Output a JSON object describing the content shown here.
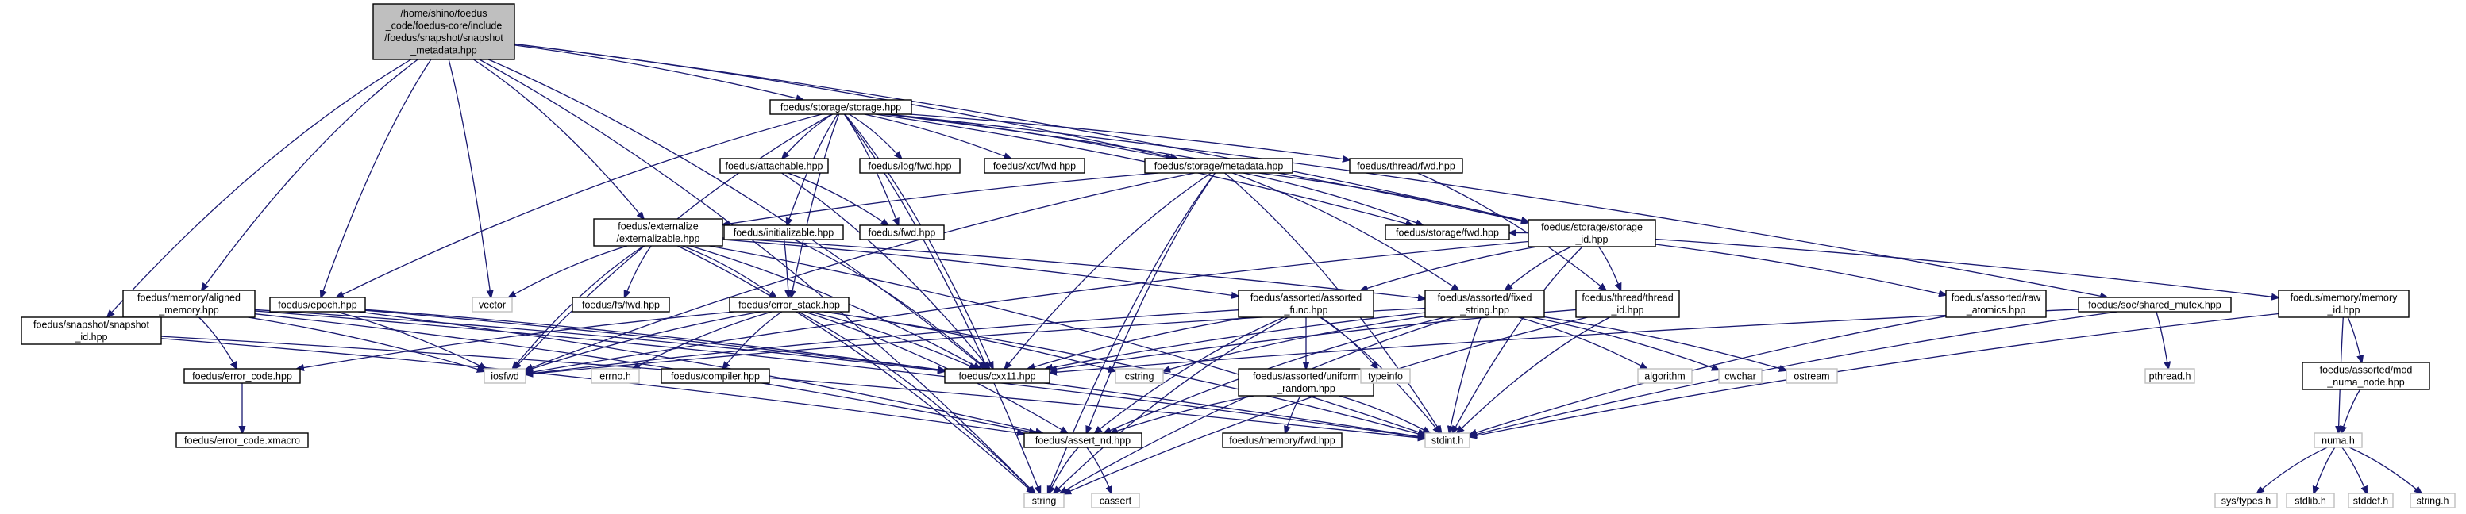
{
  "nodes": [
    {
      "id": "root",
      "lines": [
        "/home/shino/foedus",
        "_code/foedus-core/include",
        "/foedus/snapshot/snapshot",
        "_metadata.hpp"
      ],
      "kind": "root"
    },
    {
      "id": "storage",
      "lines": [
        "foedus/storage/storage.hpp"
      ]
    },
    {
      "id": "attachable",
      "lines": [
        "foedus/attachable.hpp"
      ]
    },
    {
      "id": "logfwd",
      "lines": [
        "foedus/log/fwd.hpp"
      ]
    },
    {
      "id": "xctfwd",
      "lines": [
        "foedus/xct/fwd.hpp"
      ]
    },
    {
      "id": "metadata",
      "lines": [
        "foedus/storage/metadata.hpp"
      ]
    },
    {
      "id": "threadfwd",
      "lines": [
        "foedus/thread/fwd.hpp"
      ]
    },
    {
      "id": "fwd",
      "lines": [
        "foedus/fwd.hpp"
      ]
    },
    {
      "id": "storagefwd",
      "lines": [
        "foedus/storage/fwd.hpp"
      ]
    },
    {
      "id": "externalize",
      "lines": [
        "foedus/externalize",
        "/externalizable.hpp"
      ]
    },
    {
      "id": "initializable",
      "lines": [
        "foedus/initializable.hpp"
      ]
    },
    {
      "id": "storage_id",
      "lines": [
        "foedus/storage/storage",
        "_id.hpp"
      ]
    },
    {
      "id": "vector",
      "lines": [
        "vector"
      ],
      "kind": "sys"
    },
    {
      "id": "fsfwd",
      "lines": [
        "foedus/fs/fwd.hpp"
      ]
    },
    {
      "id": "aligned",
      "lines": [
        "foedus/memory/aligned",
        "_memory.hpp"
      ]
    },
    {
      "id": "epoch",
      "lines": [
        "foedus/epoch.hpp"
      ]
    },
    {
      "id": "error_stack",
      "lines": [
        "foedus/error_stack.hpp"
      ]
    },
    {
      "id": "assorted_func",
      "lines": [
        "foedus/assorted/assorted",
        "_func.hpp"
      ]
    },
    {
      "id": "fixed_string",
      "lines": [
        "foedus/assorted/fixed",
        "_string.hpp"
      ]
    },
    {
      "id": "thread_id",
      "lines": [
        "foedus/thread/thread",
        "_id.hpp"
      ]
    },
    {
      "id": "raw_atomics",
      "lines": [
        "foedus/assorted/raw",
        "_atomics.hpp"
      ]
    },
    {
      "id": "shared_mutex",
      "lines": [
        "foedus/soc/shared_mutex.hpp"
      ]
    },
    {
      "id": "memory_id",
      "lines": [
        "foedus/memory/memory",
        "_id.hpp"
      ]
    },
    {
      "id": "snapshot_id",
      "lines": [
        "foedus/snapshot/snapshot",
        "_id.hpp"
      ]
    },
    {
      "id": "error_code",
      "lines": [
        "foedus/error_code.hpp"
      ]
    },
    {
      "id": "iosfwd",
      "lines": [
        "iosfwd"
      ],
      "kind": "sys"
    },
    {
      "id": "errno",
      "lines": [
        "errno.h"
      ],
      "kind": "sys"
    },
    {
      "id": "compiler",
      "lines": [
        "foedus/compiler.hpp"
      ]
    },
    {
      "id": "cxx11",
      "lines": [
        "foedus/cxx11.hpp"
      ]
    },
    {
      "id": "cstring",
      "lines": [
        "cstring"
      ],
      "kind": "sys"
    },
    {
      "id": "uniform",
      "lines": [
        "foedus/assorted/uniform",
        "_random.hpp"
      ]
    },
    {
      "id": "typeinfo",
      "lines": [
        "typeinfo"
      ],
      "kind": "sys"
    },
    {
      "id": "algorithm",
      "lines": [
        "algorithm"
      ],
      "kind": "sys"
    },
    {
      "id": "cwchar",
      "lines": [
        "cwchar"
      ],
      "kind": "sys"
    },
    {
      "id": "ostream",
      "lines": [
        "ostream"
      ],
      "kind": "sys"
    },
    {
      "id": "pthread",
      "lines": [
        "pthread.h"
      ],
      "kind": "sys"
    },
    {
      "id": "mod_numa",
      "lines": [
        "foedus/assorted/mod",
        "_numa_node.hpp"
      ]
    },
    {
      "id": "error_xmacro",
      "lines": [
        "foedus/error_code.xmacro"
      ]
    },
    {
      "id": "assert_nd",
      "lines": [
        "foedus/assert_nd.hpp"
      ]
    },
    {
      "id": "memoryfwd",
      "lines": [
        "foedus/memory/fwd.hpp"
      ]
    },
    {
      "id": "stdint",
      "lines": [
        "stdint.h"
      ],
      "kind": "sys"
    },
    {
      "id": "numa",
      "lines": [
        "numa.h"
      ],
      "kind": "sys"
    },
    {
      "id": "string",
      "lines": [
        "string"
      ],
      "kind": "sys"
    },
    {
      "id": "cassert",
      "lines": [
        "cassert"
      ],
      "kind": "sys"
    },
    {
      "id": "systypes",
      "lines": [
        "sys/types.h"
      ],
      "kind": "sys"
    },
    {
      "id": "stdlib",
      "lines": [
        "stdlib.h"
      ],
      "kind": "sys"
    },
    {
      "id": "stddef",
      "lines": [
        "stddef.h"
      ],
      "kind": "sys"
    },
    {
      "id": "stringh",
      "lines": [
        "string.h"
      ],
      "kind": "sys"
    }
  ],
  "edges": [
    [
      "root",
      "storage"
    ],
    [
      "root",
      "storage_id"
    ],
    [
      "root",
      "metadata"
    ],
    [
      "root",
      "externalize"
    ],
    [
      "root",
      "vector"
    ],
    [
      "root",
      "epoch"
    ],
    [
      "root",
      "cxx11"
    ],
    [
      "root",
      "aligned"
    ],
    [
      "root",
      "snapshot_id"
    ],
    [
      "root",
      "string"
    ],
    [
      "storage",
      "attachable"
    ],
    [
      "storage",
      "logfwd"
    ],
    [
      "storage",
      "xctfwd"
    ],
    [
      "storage",
      "metadata"
    ],
    [
      "storage",
      "threadfwd"
    ],
    [
      "storage",
      "fwd"
    ],
    [
      "storage",
      "storagefwd"
    ],
    [
      "storage",
      "initializable"
    ],
    [
      "storage",
      "storage_id"
    ],
    [
      "storage",
      "epoch"
    ],
    [
      "storage",
      "error_stack"
    ],
    [
      "storage",
      "iosfwd"
    ],
    [
      "storage",
      "cxx11"
    ],
    [
      "storage",
      "shared_mutex"
    ],
    [
      "storage",
      "string"
    ],
    [
      "attachable",
      "fwd"
    ],
    [
      "attachable",
      "cxx11"
    ],
    [
      "threadfwd",
      "thread_id"
    ],
    [
      "metadata",
      "storagefwd"
    ],
    [
      "metadata",
      "storage_id"
    ],
    [
      "metadata",
      "externalize"
    ],
    [
      "metadata",
      "iosfwd"
    ],
    [
      "metadata",
      "cxx11"
    ],
    [
      "metadata",
      "fixed_string"
    ],
    [
      "metadata",
      "assert_nd"
    ],
    [
      "metadata",
      "string"
    ],
    [
      "metadata",
      "stdint"
    ],
    [
      "externalize",
      "vector"
    ],
    [
      "externalize",
      "fsfwd"
    ],
    [
      "externalize",
      "error_stack"
    ],
    [
      "externalize",
      "iosfwd"
    ],
    [
      "externalize",
      "cxx11"
    ],
    [
      "externalize",
      "assorted_func"
    ],
    [
      "externalize",
      "fixed_string"
    ],
    [
      "externalize",
      "string"
    ],
    [
      "externalize",
      "stdint"
    ],
    [
      "initializable",
      "error_stack"
    ],
    [
      "initializable",
      "cxx11"
    ],
    [
      "storage_id",
      "storagefwd"
    ],
    [
      "storage_id",
      "assorted_func"
    ],
    [
      "storage_id",
      "fixed_string"
    ],
    [
      "storage_id",
      "thread_id"
    ],
    [
      "storage_id",
      "raw_atomics"
    ],
    [
      "storage_id",
      "memory_id"
    ],
    [
      "storage_id",
      "iosfwd"
    ],
    [
      "storage_id",
      "stdint"
    ],
    [
      "aligned",
      "error_code"
    ],
    [
      "aligned",
      "iosfwd"
    ],
    [
      "aligned",
      "cxx11"
    ],
    [
      "aligned",
      "assert_nd"
    ],
    [
      "aligned",
      "stdint"
    ],
    [
      "epoch",
      "iosfwd"
    ],
    [
      "epoch",
      "cxx11"
    ],
    [
      "epoch",
      "assert_nd"
    ],
    [
      "epoch",
      "stdint"
    ],
    [
      "error_stack",
      "error_code"
    ],
    [
      "error_stack",
      "iosfwd"
    ],
    [
      "error_stack",
      "errno"
    ],
    [
      "error_stack",
      "compiler"
    ],
    [
      "error_stack",
      "cxx11"
    ],
    [
      "error_stack",
      "cstring"
    ],
    [
      "error_stack",
      "assert_nd"
    ],
    [
      "error_stack",
      "stdint"
    ],
    [
      "error_stack",
      "string"
    ],
    [
      "assorted_func",
      "iosfwd"
    ],
    [
      "assorted_func",
      "cxx11"
    ],
    [
      "assorted_func",
      "uniform"
    ],
    [
      "assorted_func",
      "typeinfo"
    ],
    [
      "assorted_func",
      "assert_nd"
    ],
    [
      "assorted_func",
      "stdint"
    ],
    [
      "assorted_func",
      "string"
    ],
    [
      "fixed_string",
      "iosfwd"
    ],
    [
      "fixed_string",
      "cxx11"
    ],
    [
      "fixed_string",
      "cstring"
    ],
    [
      "fixed_string",
      "algorithm"
    ],
    [
      "fixed_string",
      "cwchar"
    ],
    [
      "fixed_string",
      "ostream"
    ],
    [
      "fixed_string",
      "assert_nd"
    ],
    [
      "fixed_string",
      "stdint"
    ],
    [
      "fixed_string",
      "string"
    ],
    [
      "thread_id",
      "cxx11"
    ],
    [
      "thread_id",
      "stdint"
    ],
    [
      "thread_id",
      "string"
    ],
    [
      "raw_atomics",
      "stdint"
    ],
    [
      "shared_mutex",
      "cxx11"
    ],
    [
      "shared_mutex",
      "pthread"
    ],
    [
      "shared_mutex",
      "stdint"
    ],
    [
      "memory_id",
      "mod_numa"
    ],
    [
      "memory_id",
      "numa"
    ],
    [
      "memory_id",
      "stdint"
    ],
    [
      "mod_numa",
      "numa"
    ],
    [
      "snapshot_id",
      "assert_nd"
    ],
    [
      "snapshot_id",
      "stdint"
    ],
    [
      "error_code",
      "error_xmacro"
    ],
    [
      "uniform",
      "assert_nd"
    ],
    [
      "uniform",
      "memoryfwd"
    ],
    [
      "uniform",
      "stdint"
    ],
    [
      "assert_nd",
      "string"
    ],
    [
      "assert_nd",
      "cassert"
    ],
    [
      "numa",
      "systypes"
    ],
    [
      "numa",
      "stdlib"
    ],
    [
      "numa",
      "stddef"
    ],
    [
      "numa",
      "stringh"
    ]
  ]
}
